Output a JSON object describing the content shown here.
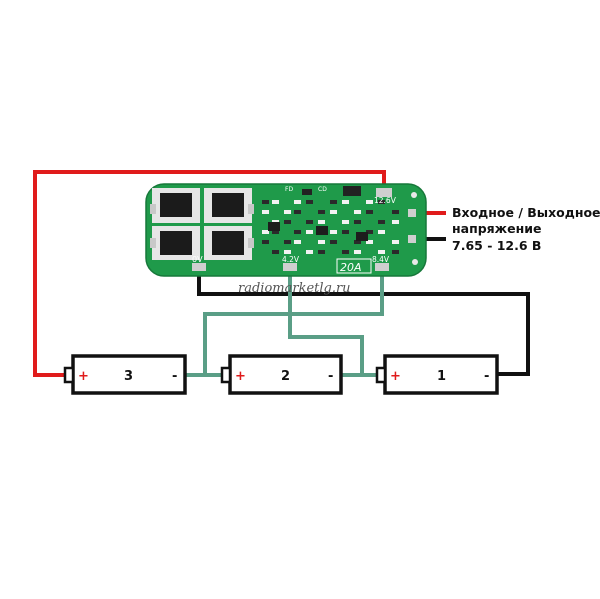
{
  "io_label": {
    "line1": "Входное / Выходное",
    "line2": "напряжение",
    "line3": "7.65 - 12.6 В"
  },
  "board": {
    "label_12v6": "12.6V",
    "label_8v4": "8.4V",
    "label_4v2": "4.2V",
    "label_0v": "0V",
    "label_current": "20A",
    "label_fd": "FD",
    "label_cd": "CD"
  },
  "cells": [
    {
      "number": "3",
      "plus": "+",
      "minus": "-"
    },
    {
      "number": "2",
      "plus": "+",
      "minus": "-"
    },
    {
      "number": "1",
      "plus": "+",
      "minus": "-"
    }
  ],
  "watermark": "radiomarketlg.ru",
  "colors": {
    "pcb": "#1f9a4a",
    "wire_positive": "#e01b1b",
    "wire_negative": "#111111",
    "wire_balance": "#5a9e86"
  }
}
